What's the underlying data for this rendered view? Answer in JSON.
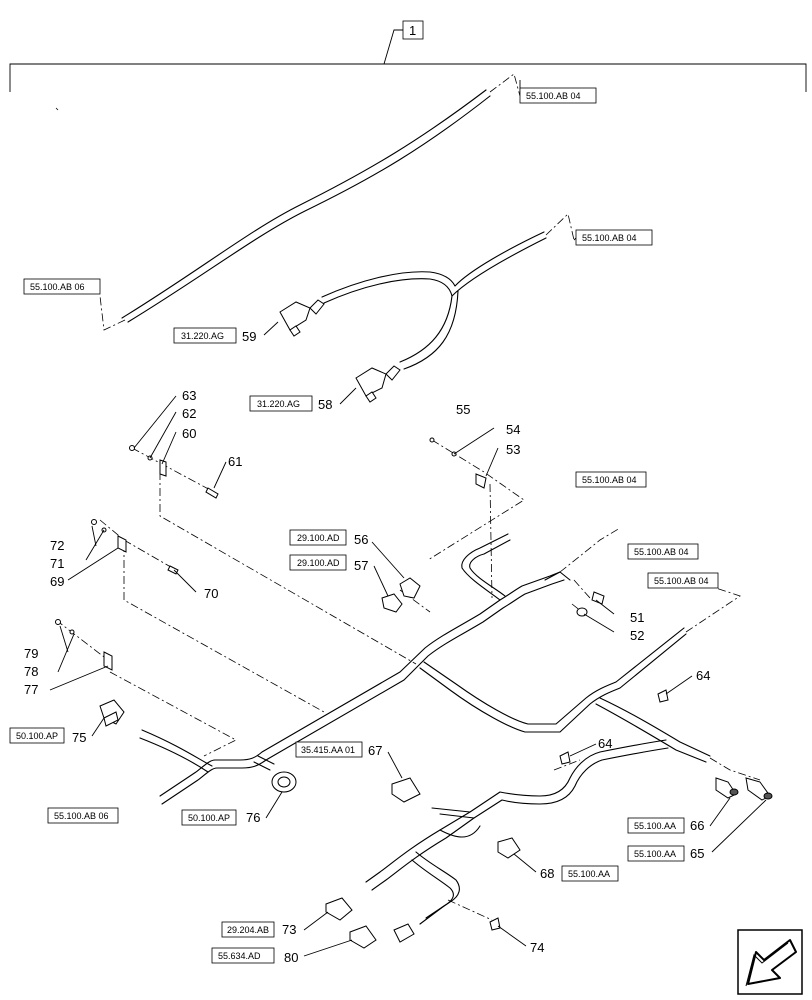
{
  "assembly_label": "1",
  "ref_boxes": {
    "r55100ab04_top": "55.100.AB 04",
    "r55100ab04_mid": "55.100.AB 04",
    "r55100ab06_left": "55.100.AB 06",
    "r31220ag_59": "31.220.AG",
    "r31220ag_58": "31.220.AG",
    "r55100ab04_c1": "55.100.AB 04",
    "r55100ab04_c2": "55.100.AB 04",
    "r55100ab04_c3": "55.100.AB 04",
    "r29100ad_56": "29.100.AD",
    "r29100ad_57": "29.100.AD",
    "r50100ap_75": "50.100.AP",
    "r35415aa01_67": "35.415.AA 01",
    "r55100ab06_bottom": "55.100.AB 06",
    "r50100ap_76": "50.100.AP",
    "r55100aa_66": "55.100.AA",
    "r55100aa_65": "55.100.AA",
    "r55100aa_68": "55.100.AA",
    "r29204ab_73": "29.204.AB",
    "r55634ad_80": "55.634.AD"
  },
  "item_numbers": {
    "n51": "51",
    "n52": "52",
    "n53": "53",
    "n54": "54",
    "n55": "55",
    "n56": "56",
    "n57": "57",
    "n58": "58",
    "n59": "59",
    "n60": "60",
    "n61": "61",
    "n62": "62",
    "n63": "63",
    "n64a": "64",
    "n64b": "64",
    "n65": "65",
    "n66": "66",
    "n67": "67",
    "n68": "68",
    "n69": "69",
    "n70": "70",
    "n71": "71",
    "n72": "72",
    "n73": "73",
    "n74": "74",
    "n75": "75",
    "n76": "76",
    "n77": "77",
    "n78": "78",
    "n79": "79",
    "n80": "80"
  },
  "icons": {
    "nav": "arrow-icon"
  }
}
